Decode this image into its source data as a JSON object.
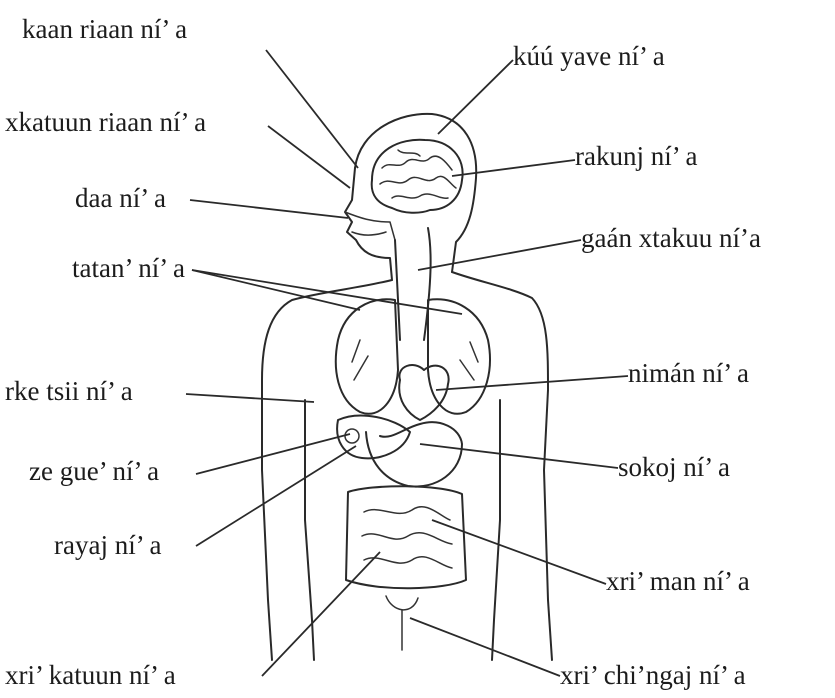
{
  "labels": {
    "scalp": "kaan riaan ní’ a",
    "skull": "kúú yave ní’ a",
    "forehead_skin": "xkatuun riaan ní’ a",
    "brain": "rakunj ní’ a",
    "mouth": "daa ní’ a",
    "windpipe": "gaán xtakuu ní’a",
    "lungs": "tatan’ ní’ a",
    "heart": "nimán ní’ a",
    "ribs": "rke tsii ní’ a",
    "stomach": "sokoj ní’ a",
    "gallbladder": "ze gue’ ní’ a",
    "liver": "rayaj ní’ a",
    "small_intestine": "xri’ man ní’ a",
    "large_intestine": "xri’ katuun ní’ a",
    "bladder": "xri’ chi’ngaj ní’ a"
  }
}
